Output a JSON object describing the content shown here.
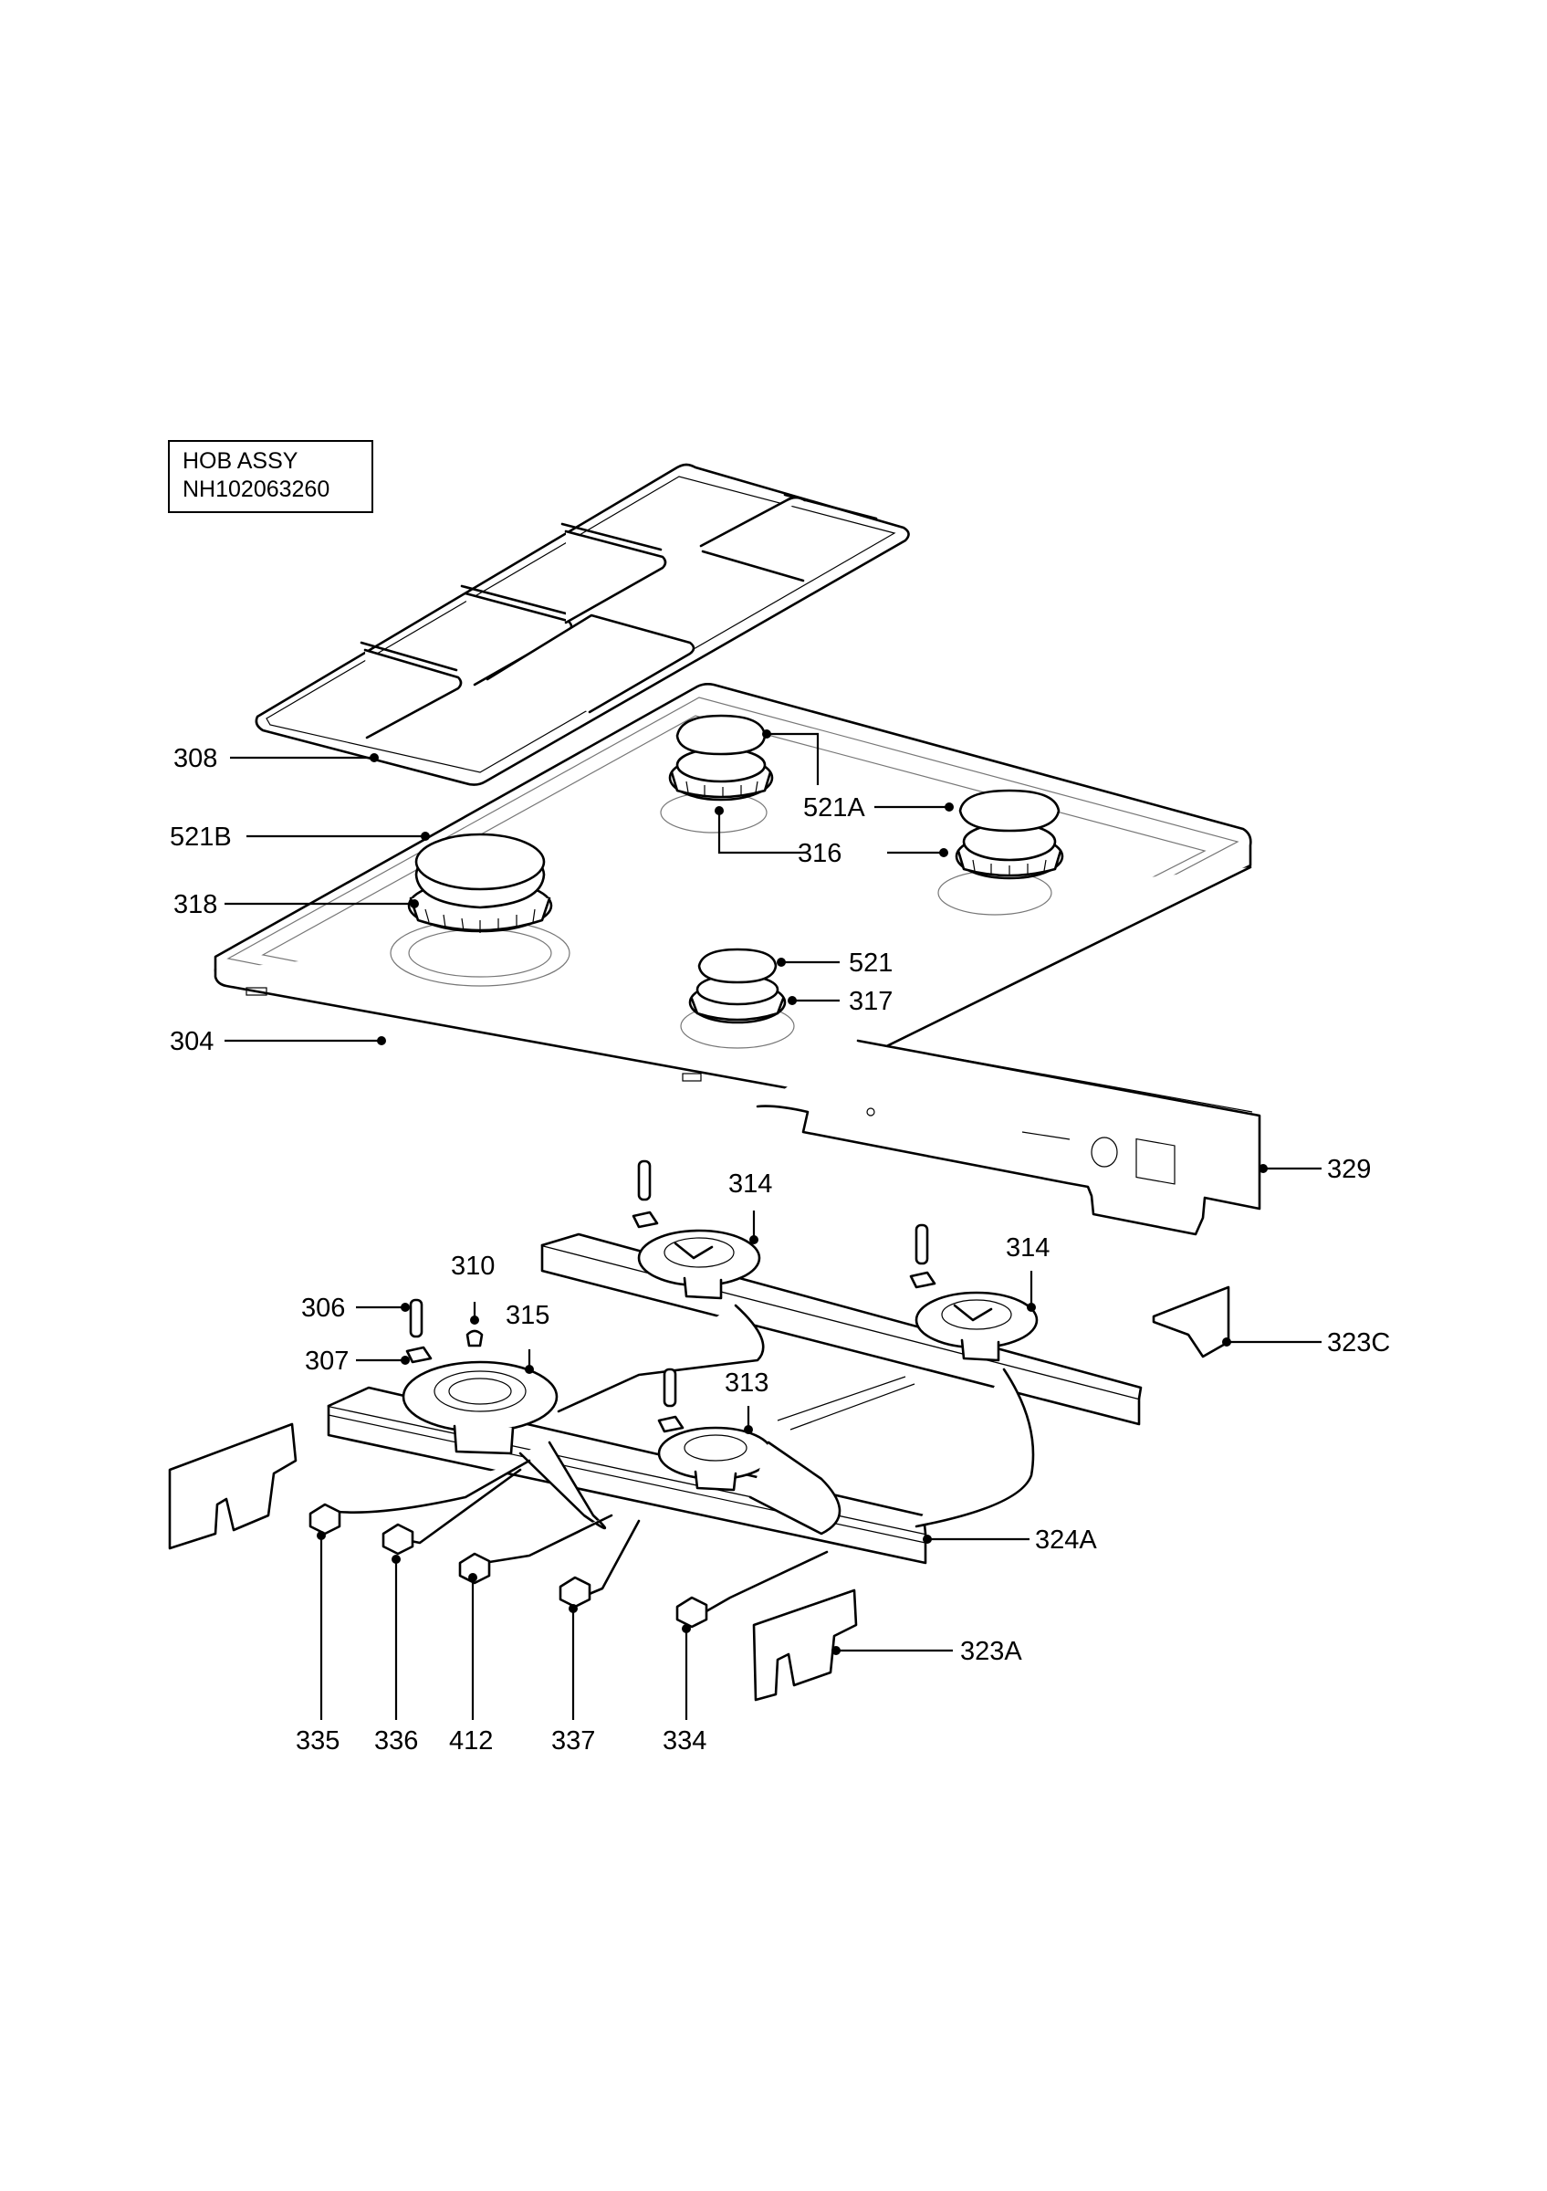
{
  "title": {
    "line1": "HOB ASSY",
    "line2": "NH102063260"
  },
  "labels": {
    "l308": "308",
    "l521B": "521B",
    "l318": "318",
    "l304": "304",
    "l521A": "521A",
    "l316": "316",
    "l521": "521",
    "l317": "317",
    "l329": "329",
    "l314a": "314",
    "l314b": "314",
    "l310": "310",
    "l306": "306",
    "l315": "315",
    "l307": "307",
    "l313": "313",
    "l323C": "323C",
    "l324A": "324A",
    "l323A": "323A",
    "l335": "335",
    "l336": "336",
    "l412": "412",
    "l337": "337",
    "l334": "334"
  }
}
